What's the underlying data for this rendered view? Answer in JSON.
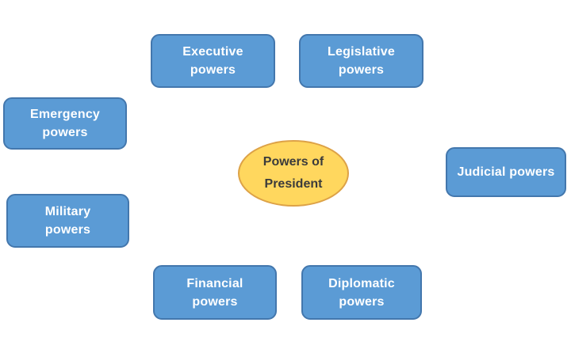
{
  "diagram": {
    "title": "Powers of President",
    "center": {
      "lines": [
        "Powers of",
        "President"
      ]
    },
    "nodes": [
      {
        "id": "executive",
        "lines": [
          "Executive",
          "powers"
        ]
      },
      {
        "id": "legislative",
        "lines": [
          "Legislative",
          "powers"
        ]
      },
      {
        "id": "emergency",
        "lines": [
          "Emergency",
          "powers"
        ]
      },
      {
        "id": "judicial",
        "lines": [
          "Judicial powers"
        ]
      },
      {
        "id": "military",
        "lines": [
          "Military",
          "powers"
        ]
      },
      {
        "id": "financial",
        "lines": [
          "Financial",
          "powers"
        ]
      },
      {
        "id": "diplomatic",
        "lines": [
          "Diplomatic",
          "powers"
        ]
      }
    ],
    "colors": {
      "background": "#FFFFFF",
      "node_fill": "#5B9BD5",
      "node_border": "#4377AD",
      "node_text": "#FFFFFF",
      "center_fill": "#FFD75E",
      "center_border": "#DDA247",
      "center_text": "#3B3B3B"
    }
  }
}
